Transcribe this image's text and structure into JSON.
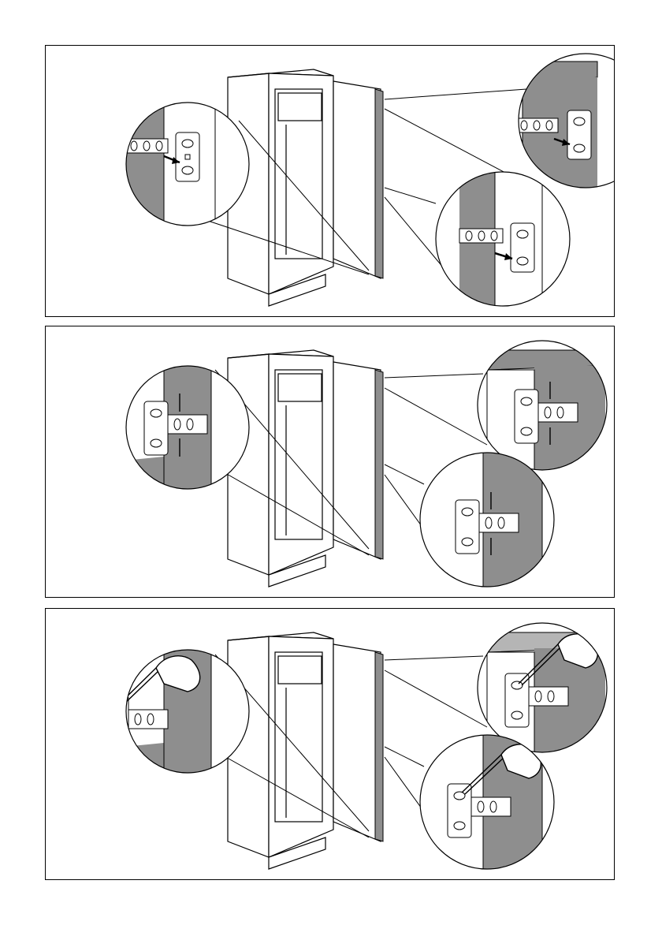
{
  "panels": [
    {
      "id": "p1",
      "step": "attach-hinge-brackets"
    },
    {
      "id": "p2",
      "step": "press-brackets-onto-door"
    },
    {
      "id": "p3",
      "step": "tighten-screws-with-screwdriver"
    }
  ],
  "colors": {
    "line": "#000000",
    "door_panel": "#8e8e8e",
    "door_edge": "#b5b5b5",
    "cabinet": "#ffffff",
    "background": "#ffffff"
  }
}
